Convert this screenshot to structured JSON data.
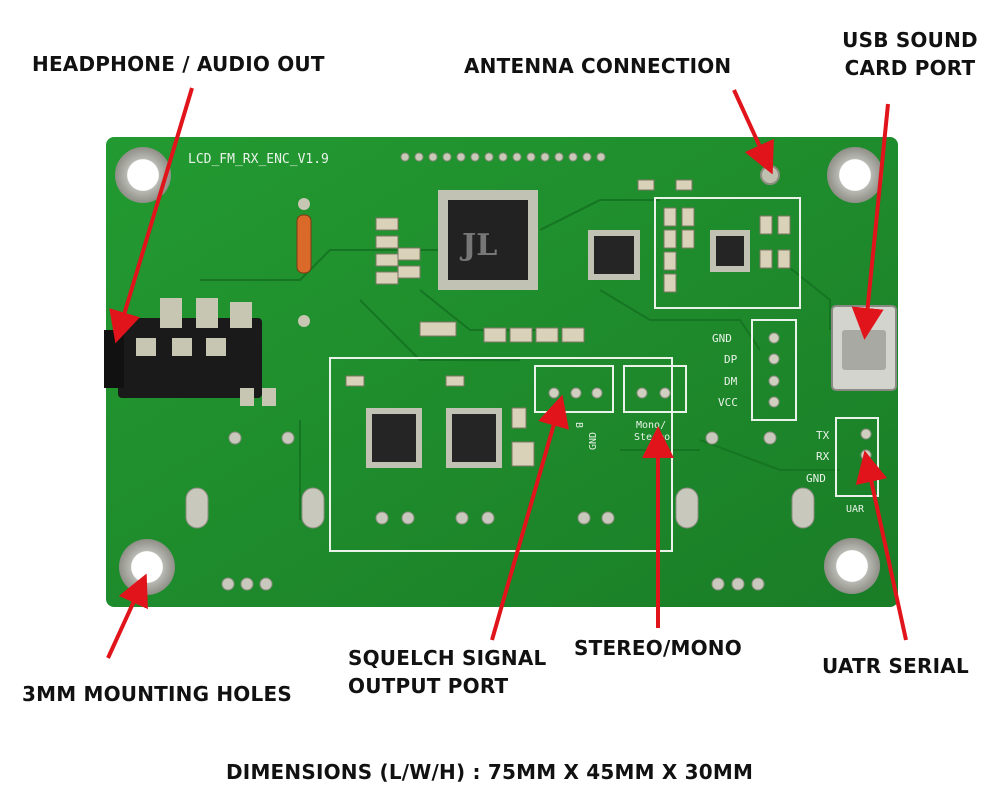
{
  "labels": {
    "headphone": "HEADPHONE / AUDIO OUT",
    "antenna": "ANTENNA CONNECTION",
    "usb_line1": "USB SOUND",
    "usb_line2": "CARD PORT",
    "mounting": "3MM MOUNTING HOLES",
    "squelch_line1": "SQUELCH SIGNAL",
    "squelch_line2": "OUTPUT PORT",
    "stereo": "STEREO/MONO",
    "uart": "UATR SERIAL",
    "dimensions": "DIMENSIONS (L/W/H) : 75MM X 45MM X 30MM"
  },
  "board": {
    "silk_title": "LCD_FM_RX_ENC_V1.9",
    "usb_pins": [
      "GND",
      "DP",
      "DM",
      "VCC"
    ],
    "uart_pins": [
      "TX",
      "RX",
      "GND"
    ],
    "uart_tag": "UAR",
    "squelch_tag_b": "B",
    "squelch_tag_gnd": "GND",
    "mono_tag1": "Mono/",
    "mono_tag2": "Stereo"
  },
  "colors": {
    "pcb": "#1f8a2c",
    "pcb_dark": "#156b20",
    "silk": "#e9f3e9",
    "arrow": "#e0141a"
  }
}
